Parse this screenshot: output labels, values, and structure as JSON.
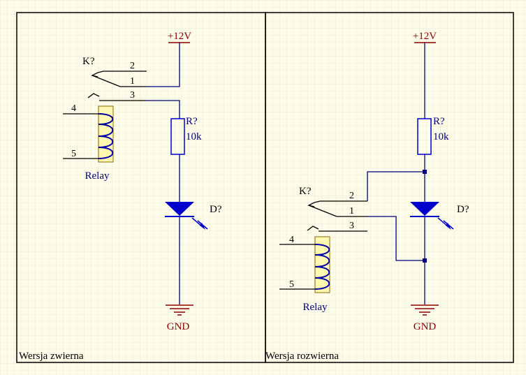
{
  "colors": {
    "background": "#fdfce8",
    "grid": "#eceadc",
    "wire": "#000080",
    "power_label": "#8b0000",
    "text": "#000000",
    "component": "#0000cc",
    "relay_body": "#fff8b0"
  },
  "left_panel": {
    "caption": "Wersja zwierna",
    "power_label": "+12V",
    "gnd_label": "GND",
    "relay_ref": "K?",
    "relay_name": "Relay",
    "contact_pins": [
      "2",
      "1",
      "3"
    ],
    "coil_pins": [
      "4",
      "5"
    ],
    "resistor_ref": "R?",
    "resistor_value": "10k",
    "led_ref": "D?"
  },
  "right_panel": {
    "caption": "Wersja rozwierna",
    "power_label": "+12V",
    "gnd_label": "GND",
    "relay_ref": "K?",
    "relay_name": "Relay",
    "contact_pins": [
      "2",
      "1",
      "3"
    ],
    "coil_pins": [
      "4",
      "5"
    ],
    "resistor_ref": "R?",
    "resistor_value": "10k",
    "led_ref": "D?"
  }
}
